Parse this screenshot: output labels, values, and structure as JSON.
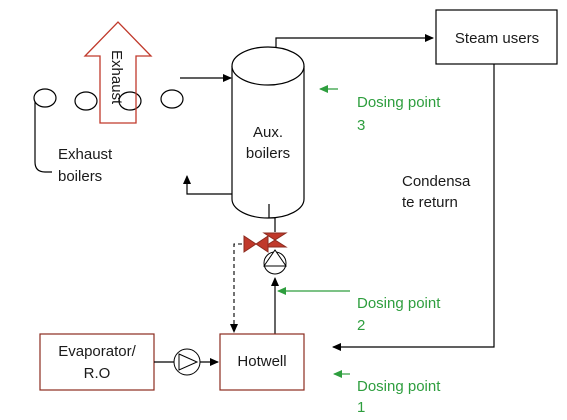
{
  "components": {
    "steam_users": "Steam users",
    "aux_boilers_line1": "Aux.",
    "aux_boilers_line2": "boilers",
    "exhaust_boilers_line1": "Exhaust",
    "exhaust_boilers_line2": "boilers",
    "exhaust_arrow": "Exhaust",
    "condensate_line1": "Condensa",
    "condensate_line2": "te return",
    "evaporator_line1": "Evaporator/",
    "evaporator_line2": "R.O",
    "hotwell": "Hotwell"
  },
  "dosing_points": [
    {
      "line1": "Dosing point",
      "line2": "3"
    },
    {
      "line1": "Dosing point",
      "line2": "2"
    },
    {
      "line1": "Dosing point",
      "line2": "1"
    }
  ],
  "colors": {
    "dosing_green": "#2e9e3e",
    "box_border_red": "#8b2b1f",
    "valve_red": "#c0392b"
  }
}
